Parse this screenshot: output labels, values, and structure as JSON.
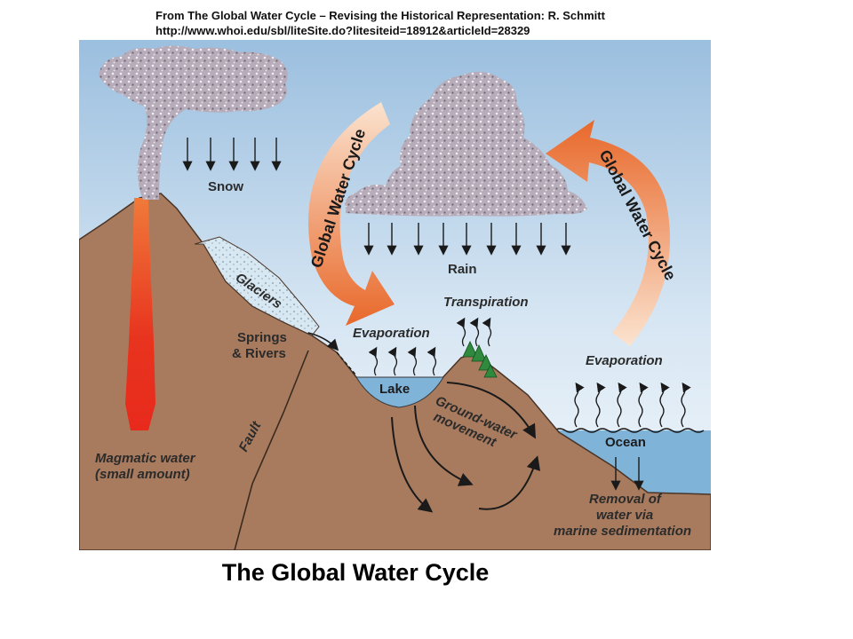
{
  "citation": {
    "line1": "From The Global Water Cycle – Revising the Historical Representation: R. Schmitt",
    "line2": "http://www.whoi.edu/sbl/liteSite.do?litesiteid=18912&articleId=28329"
  },
  "title": "The Global Water Cycle",
  "labels": {
    "snow": "Snow",
    "rain": "Rain",
    "glaciers": "Glaciers",
    "springs_line1": "Springs",
    "springs_line2": "& Rivers",
    "evaporation_lake": "Evaporation",
    "transpiration": "Transpiration",
    "lake": "Lake",
    "evaporation_ocean": "Evaporation",
    "ocean": "Ocean",
    "groundwater_line1": "Ground-water",
    "groundwater_line2": "movement",
    "fault": "Fault",
    "magmatic_line1": "Magmatic water",
    "magmatic_line2": "(small amount)",
    "removal_line1": "Removal of",
    "removal_line2": "water via",
    "removal_line3": "marine sedimentation",
    "cycle_arrow_left": "Global Water Cycle",
    "cycle_arrow_right": "Global Water Cycle"
  },
  "colors": {
    "sky_top": "#9dc0e0",
    "ground": "#a87b5e",
    "water": "#7fb3d8",
    "cloud": "#b4aab8",
    "magma": "#e8401f",
    "arrow_orange": "#e8722e"
  }
}
